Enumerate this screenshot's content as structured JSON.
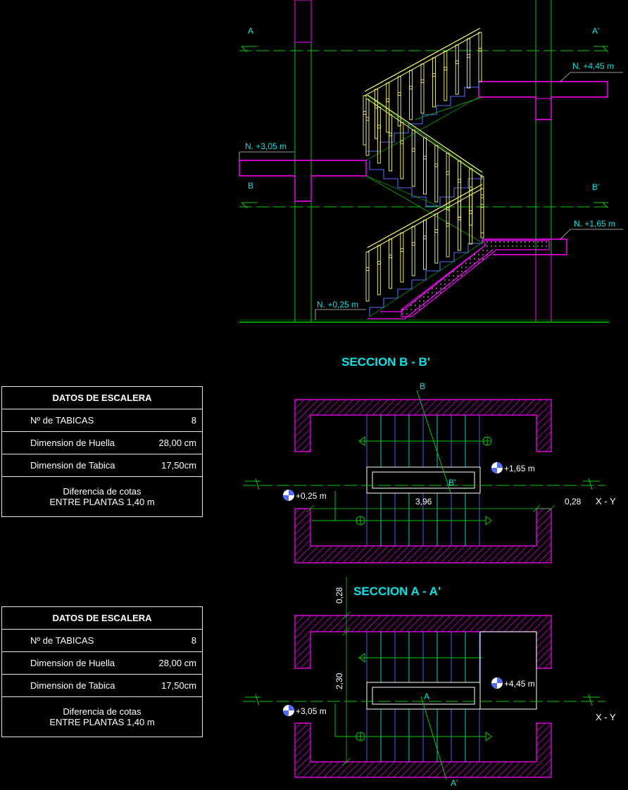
{
  "colors": {
    "background": "#000000",
    "cyan_text": "#00e5e5",
    "magenta": "#ff00ff",
    "yellow": "#ffff66",
    "green": "#00cc00",
    "blue": "#4f6cff",
    "white": "#ffffff"
  },
  "elevation": {
    "axis_a": "A",
    "axis_a_prime": "A'",
    "axis_b": "B",
    "axis_b_prime": "B'",
    "level_top": "N. +4,45 m",
    "level_upper": "N. +3,05 m",
    "level_mid": "N. +1,65 m",
    "level_base": "N. +0,25 m"
  },
  "section_bb": {
    "title": "SECCION B - B'",
    "cut_b": "B",
    "cut_b_prime": "B'",
    "level_left": "+0,25 m",
    "level_right": "+1,65 m",
    "width_dim": "3,96",
    "wall_dim": "0,28",
    "axis_label": "X - Y"
  },
  "section_aa": {
    "title": "SECCION A - A'",
    "cut_a": "A",
    "cut_a_prime": "A'",
    "level_left": "+3,05 m",
    "level_right": "+4,45 m",
    "dim_top": "0,28",
    "dim_side": "2,30",
    "axis_label": "X - Y"
  },
  "table1": {
    "title": "DATOS DE ESCALERA",
    "rows": [
      {
        "label": "Nº de TABICAS",
        "value": "8"
      },
      {
        "label": "Dimension de Huella",
        "value": "28,00 cm"
      },
      {
        "label": "Dimension de Tabica",
        "value": "17,50cm"
      }
    ],
    "note_line1": "Diferencia de cotas",
    "note_line2": "ENTRE PLANTAS 1,40 m"
  },
  "table2": {
    "title": "DATOS DE ESCALERA",
    "rows": [
      {
        "label": "Nº de TABICAS",
        "value": "8"
      },
      {
        "label": "Dimension de Huella",
        "value": "28,00 cm"
      },
      {
        "label": "Dimension de Tabica",
        "value": "17,50cm"
      }
    ],
    "note_line1": "Diferencia de cotas",
    "note_line2": "ENTRE PLANTAS 1,40 m"
  }
}
